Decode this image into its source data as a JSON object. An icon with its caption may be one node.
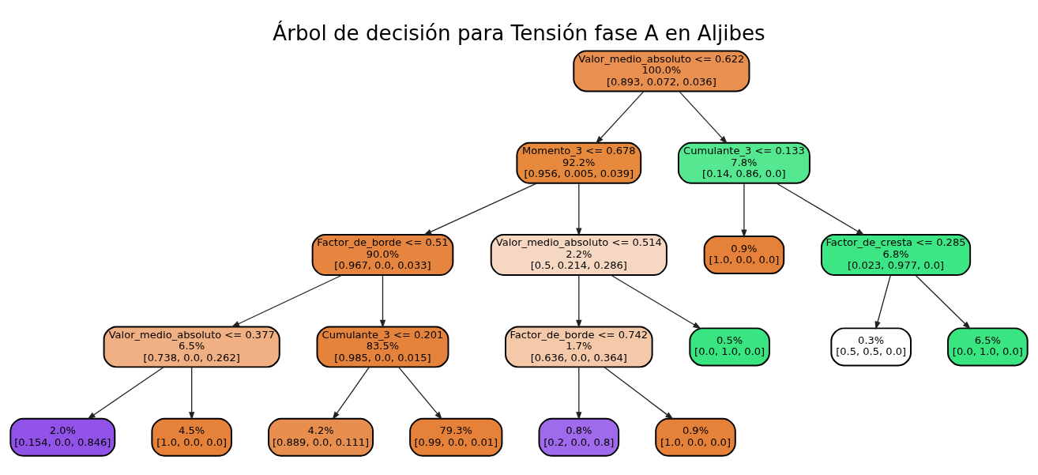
{
  "diagram": {
    "title": "Árbol de decisión para Tensión fase A en Aljibes",
    "nodes": [
      {
        "text": [
          "Valor_medio_absoluto <= 0.622",
          "100.0%",
          "[0.893, 0.072, 0.036]"
        ]
      },
      {
        "text": [
          "Momento_3 <= 0.678",
          "92.2%",
          "[0.956, 0.005, 0.039]"
        ]
      },
      {
        "text": [
          "Cumulante_3 <= 0.133",
          "7.8%",
          "[0.14, 0.86, 0.0]"
        ]
      },
      {
        "text": [
          "Factor_de_borde <= 0.51",
          "90.0%",
          "[0.967, 0.0, 0.033]"
        ]
      },
      {
        "text": [
          "Valor_medio_absoluto <= 0.514",
          "2.2%",
          "[0.5, 0.214, 0.286]"
        ]
      },
      {
        "text": [
          "0.9%",
          "[1.0, 0.0, 0.0]"
        ]
      },
      {
        "text": [
          "Factor_de_cresta <= 0.285",
          "6.8%",
          "[0.023, 0.977, 0.0]"
        ]
      },
      {
        "text": [
          "Valor_medio_absoluto <= 0.377",
          "6.5%",
          "[0.738, 0.0, 0.262]"
        ]
      },
      {
        "text": [
          "Cumulante_3 <= 0.201",
          "83.5%",
          "[0.985, 0.0, 0.015]"
        ]
      },
      {
        "text": [
          "Factor_de_borde <= 0.742",
          "1.7%",
          "[0.636, 0.0, 0.364]"
        ]
      },
      {
        "text": [
          "0.5%",
          "[0.0, 1.0, 0.0]"
        ]
      },
      {
        "text": [
          "0.3%",
          "[0.5, 0.5, 0.0]"
        ]
      },
      {
        "text": [
          "6.5%",
          "[0.0, 1.0, 0.0]"
        ]
      },
      {
        "text": [
          "2.0%",
          "[0.154, 0.0, 0.846]"
        ]
      },
      {
        "text": [
          "4.5%",
          "[1.0, 0.0, 0.0]"
        ]
      },
      {
        "text": [
          "4.2%",
          "[0.889, 0.0, 0.111]"
        ]
      },
      {
        "text": [
          "79.3%",
          "[0.99, 0.0, 0.01]"
        ]
      },
      {
        "text": [
          "0.8%",
          "[0.2, 0.0, 0.8]"
        ]
      },
      {
        "text": [
          "0.9%",
          "[1.0, 0.0, 0.0]"
        ]
      }
    ],
    "edges": [
      {
        "from": 0,
        "to": 1,
        "arrow": "to"
      },
      {
        "from": 0,
        "to": 2,
        "arrow": "to"
      },
      {
        "from": 1,
        "to": 3,
        "arrow": "to"
      },
      {
        "from": 1,
        "to": 4,
        "arrow": "to"
      },
      {
        "from": 2,
        "to": 5,
        "arrow": "to"
      },
      {
        "from": 2,
        "to": 6,
        "arrow": "to"
      },
      {
        "from": 3,
        "to": 7,
        "arrow": "to"
      },
      {
        "from": 3,
        "to": 8,
        "arrow": "to"
      },
      {
        "from": 4,
        "to": 9,
        "arrow": "to"
      },
      {
        "from": 4,
        "to": 10,
        "arrow": "to"
      },
      {
        "from": 6,
        "to": 11,
        "arrow": "to"
      },
      {
        "from": 6,
        "to": 12,
        "arrow": "to"
      },
      {
        "from": 7,
        "to": 13,
        "arrow": "to"
      },
      {
        "from": 7,
        "to": 14,
        "arrow": "to"
      },
      {
        "from": 8,
        "to": 15,
        "arrow": "to"
      },
      {
        "from": 8,
        "to": 16,
        "arrow": "to"
      },
      {
        "from": 9,
        "to": 17,
        "arrow": "to"
      },
      {
        "from": 9,
        "to": 18,
        "arrow": "to"
      }
    ]
  }
}
